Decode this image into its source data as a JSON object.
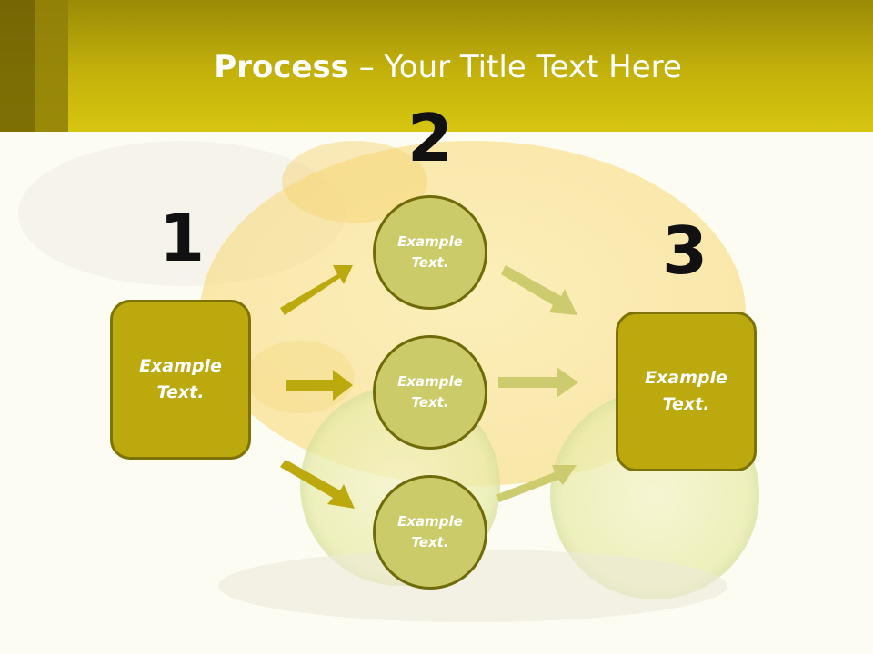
{
  "slide": {
    "title_bold": "Process",
    "title_rest": " – Your Title Text Here",
    "step_numbers": [
      "1",
      "2",
      "3"
    ],
    "left_box": {
      "line1": "Example",
      "line2": "Text."
    },
    "right_box": {
      "line1": "Example",
      "line2": "Text."
    },
    "circles": [
      {
        "line1": "Example",
        "line2": "Text."
      },
      {
        "line1": "Example",
        "line2": "Text."
      },
      {
        "line1": "Example",
        "line2": "Text."
      }
    ]
  },
  "colors": {
    "header": "#c4b20b",
    "box_fill": "#bba90d",
    "circle_fill": "#cccb6a",
    "arrow_dark": "#bba90d",
    "arrow_light": "#cccc6e"
  }
}
